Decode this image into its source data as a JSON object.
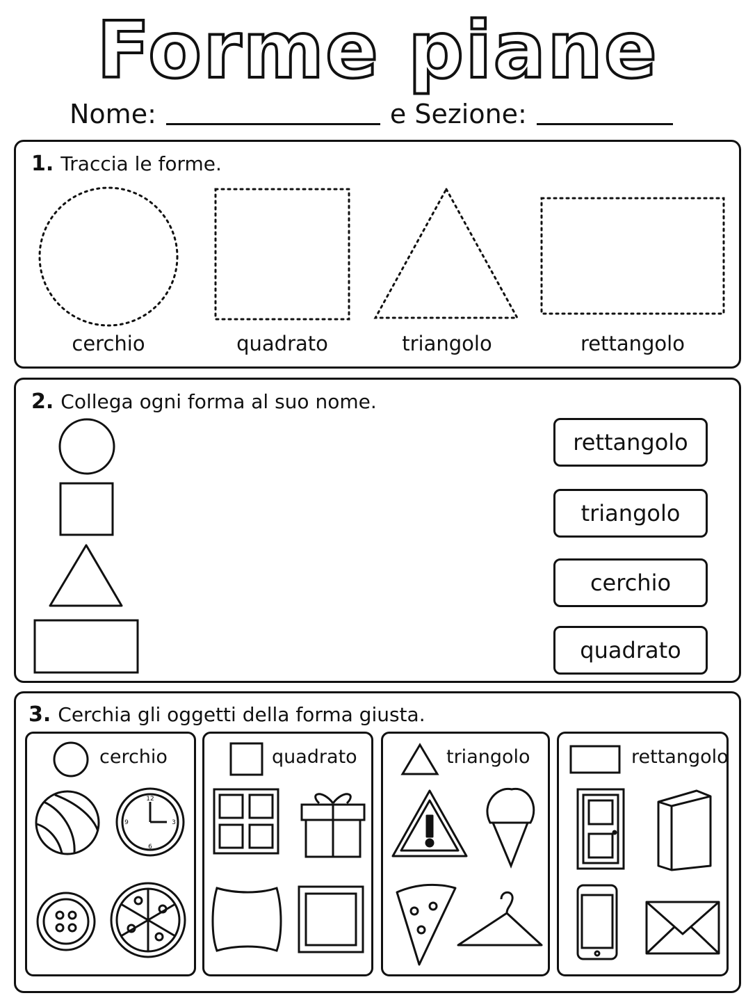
{
  "title": "Forme piane",
  "header": {
    "name_label": "Nome:",
    "section_label": "e Sezione:"
  },
  "section1": {
    "number": "1.",
    "instruction": "Traccia le forme.",
    "shapes": [
      "cerchio",
      "quadrato",
      "triangolo",
      "rettangolo"
    ]
  },
  "section2": {
    "number": "2.",
    "instruction": "Collega ogni forma al suo nome.",
    "names": [
      "rettangolo",
      "triangolo",
      "cerchio",
      "quadrato"
    ]
  },
  "section3": {
    "number": "3.",
    "instruction": "Cerchia gli oggetti della forma giusta.",
    "panels": [
      {
        "label": "cerchio",
        "objects": [
          "beach-ball",
          "clock",
          "button",
          "pizza"
        ]
      },
      {
        "label": "quadrato",
        "objects": [
          "window",
          "gift",
          "pillow",
          "picture-frame"
        ]
      },
      {
        "label": "triangolo",
        "objects": [
          "warning-sign",
          "ice-cream-cone",
          "pizza-slice",
          "hanger"
        ]
      },
      {
        "label": "rettangolo",
        "objects": [
          "door",
          "book",
          "phone",
          "envelope"
        ]
      }
    ]
  }
}
